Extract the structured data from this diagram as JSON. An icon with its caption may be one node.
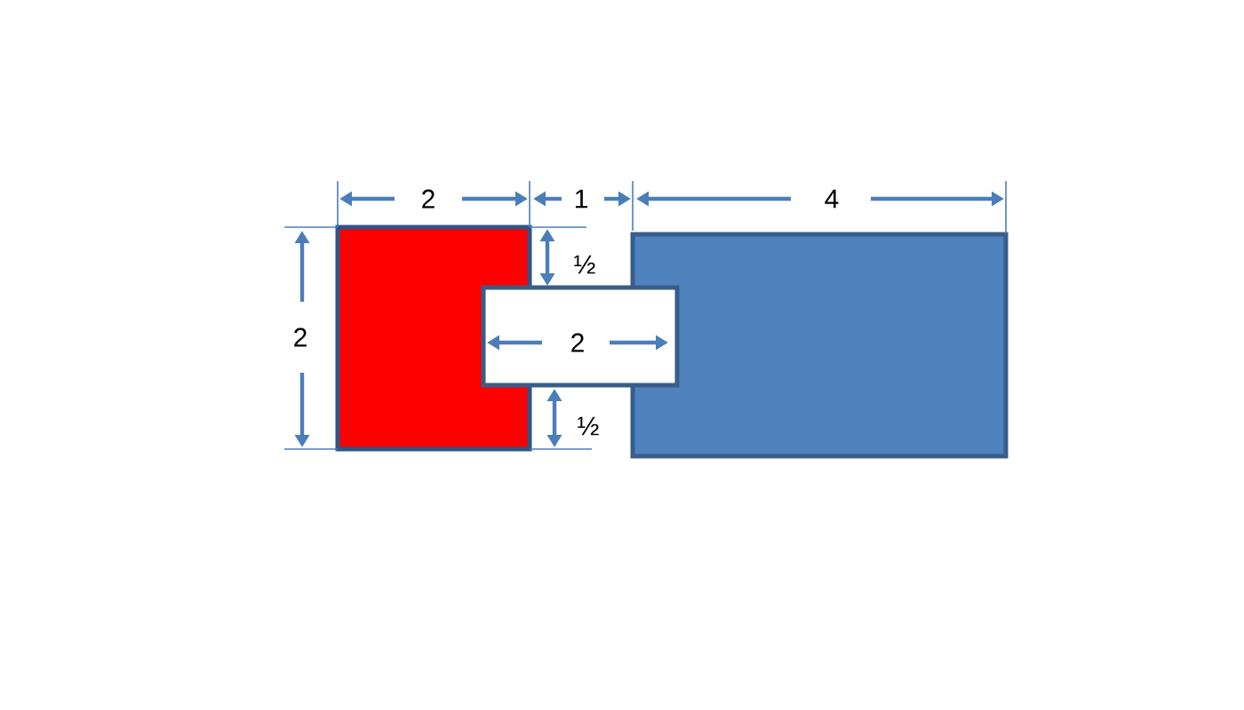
{
  "diagram": {
    "nodes": [
      {
        "text": [],
        "shape": "box"
      },
      {
        "text": [],
        "shape": "box"
      },
      {
        "text": [],
        "shape": "box"
      }
    ],
    "labels": [
      "2",
      "1",
      "4",
      "½",
      "2",
      "2",
      "½"
    ]
  }
}
